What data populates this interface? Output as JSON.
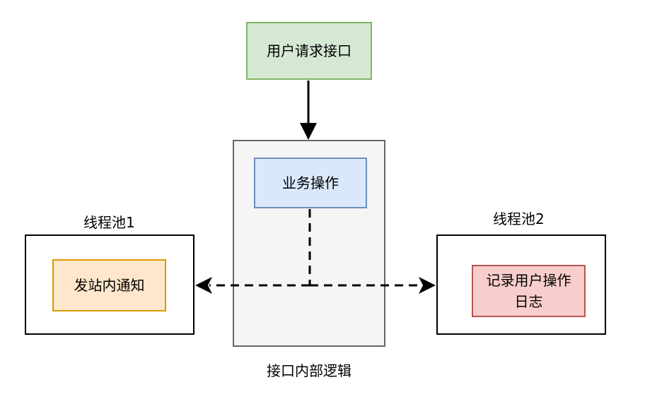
{
  "nodes": {
    "request": {
      "label": "用户请求接口"
    },
    "internal": {
      "caption": "接口内部逻辑"
    },
    "business": {
      "label": "业务操作"
    },
    "pool1": {
      "caption": "线程池1"
    },
    "notify": {
      "label": "发站内通知"
    },
    "pool2": {
      "caption": "线程池2"
    },
    "log": {
      "line1": "记录用户操作",
      "line2": "日志"
    }
  },
  "colors": {
    "green_fill": "#d5e8d4",
    "green_stroke": "#82b366",
    "blue_fill": "#dae8fc",
    "blue_stroke": "#6c8ebf",
    "orange_fill": "#ffe6cc",
    "orange_stroke": "#d79b00",
    "red_fill": "#f8cecc",
    "red_stroke": "#b85450",
    "gray_fill": "#f5f5f5",
    "gray_stroke": "#666666"
  },
  "edges": [
    {
      "from": "request",
      "to": "internal",
      "style": "solid"
    },
    {
      "from": "business",
      "to": "notify",
      "style": "dashed"
    },
    {
      "from": "business",
      "to": "log",
      "style": "dashed"
    }
  ]
}
